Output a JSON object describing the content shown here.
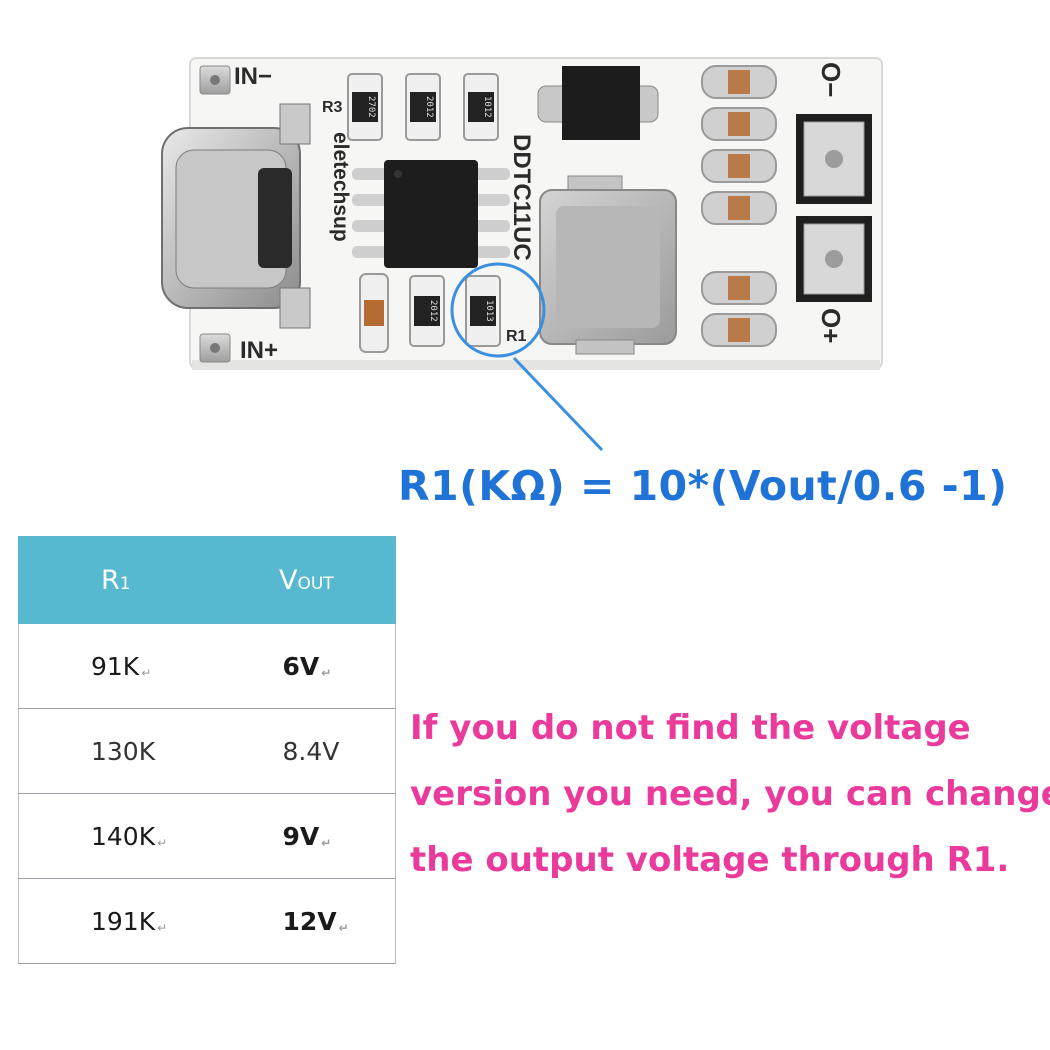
{
  "board": {
    "labels": {
      "in_minus": "IN−",
      "in_plus": "IN+",
      "out_minus": "O−",
      "out_plus": "O+",
      "r3": "R3",
      "r1": "R1",
      "brand": "eletechsup",
      "model": "DDTC11UC"
    },
    "resistor_codes": {
      "r3": "2702",
      "r_mid_top": "2012",
      "r_right_top": "1012",
      "r_bottom_left": "2012",
      "r1": "1013"
    },
    "highlight_color": "#3b8fe0"
  },
  "formula": "R1(KΩ) = 10*(Vout/0.6 -1)",
  "table": {
    "header": {
      "r_main": "R",
      "r_sub": "1",
      "v_main": "V",
      "v_sub": "OUT"
    },
    "rows": [
      {
        "r": "91K",
        "v": "6V",
        "style": "bold",
        "marks": true
      },
      {
        "r": "130K",
        "v": "8.4V",
        "style": "thin",
        "marks": false
      },
      {
        "r": "140K",
        "v": "9V",
        "style": "bold",
        "marks": true
      },
      {
        "r": "191K",
        "v": "12V",
        "style": "bold",
        "marks": true
      }
    ],
    "header_color": "#56b9cf"
  },
  "note_lines": [
    "If you do not find the voltage",
    "version you need, you can change",
    "the output voltage through R1."
  ],
  "colors": {
    "formula": "#1f73d6",
    "note": "#ea3a9b"
  }
}
